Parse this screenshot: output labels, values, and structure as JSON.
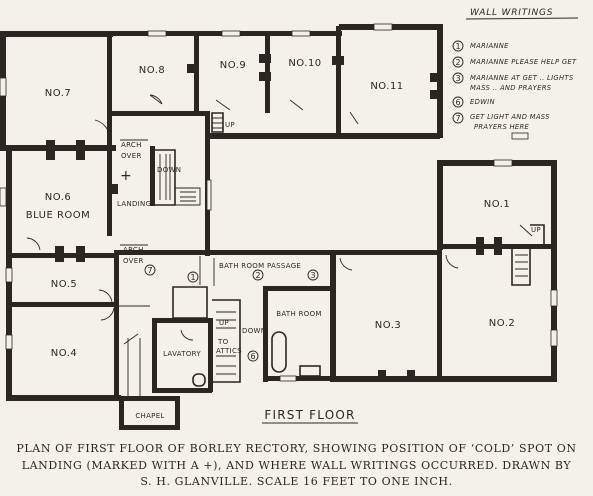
{
  "legend": {
    "title": "WALL WRITINGS",
    "items": [
      {
        "num": "1",
        "text": "MARIANNE"
      },
      {
        "num": "2",
        "text": "MARIANNE PLEASE HELP GET"
      },
      {
        "num": "3",
        "text": "MARIANNE AT GET .. LIGHTS",
        "text2": "MASS .. AND PRAYERS"
      },
      {
        "num": "6",
        "text": "EDWIN"
      },
      {
        "num": "7",
        "text": "GET LIGHT AND MASS",
        "text2": "PRAYERS HERE"
      }
    ]
  },
  "rooms": {
    "no7": "NO.7",
    "no8": "NO.8",
    "no9": "NO.9",
    "no10": "NO.10",
    "no11": "NO.11",
    "no6": "NO.6",
    "blue_room": "BLUE ROOM",
    "no5": "NO.5",
    "no4": "NO.4",
    "no1": "NO.1",
    "no2": "NO.2",
    "no3": "NO.3",
    "bath_room": "BATH ROOM",
    "lavatory": "LAVATORY",
    "chapel": "CHAPEL"
  },
  "labels": {
    "arch": "ARCH",
    "over": "OVER",
    "landing": "LANDING",
    "down": "DOWN",
    "up": "UP",
    "bath_room_passage": "BATH ROOM PASSAGE",
    "to": "TO",
    "attics": "ATTICS",
    "plus": "+"
  },
  "title": "FIRST FLOOR",
  "caption": {
    "line1": "PLAN OF FIRST FLOOR OF BORLEY RECTORY, SHOWING POSITION OF ‘COLD’ SPOT ON",
    "line2": "LANDING (MARKED WITH A +), AND WHERE WALL WRITINGS OCCURRED. DRAWN BY",
    "line3": "S. H. GLANVILLE. SCALE 16 FEET TO ONE INCH."
  }
}
